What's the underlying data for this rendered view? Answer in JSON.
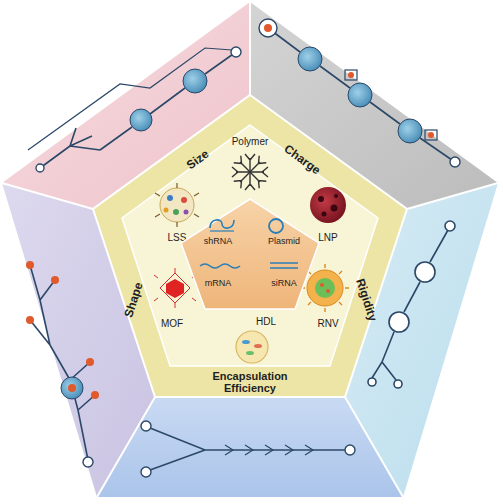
{
  "diagram": {
    "nodes": [
      {
        "text": [
          "shRNA",
          "Plasmid",
          "mRNA",
          "siRNA"
        ]
      }
    ],
    "labels": [
      "Size",
      "Charge",
      "Rigidity",
      "Encapsulation Efficiency",
      "Shape",
      "Polymer",
      "LSS",
      "LNP",
      "MOF",
      "HDL",
      "RNV"
    ]
  }
}
